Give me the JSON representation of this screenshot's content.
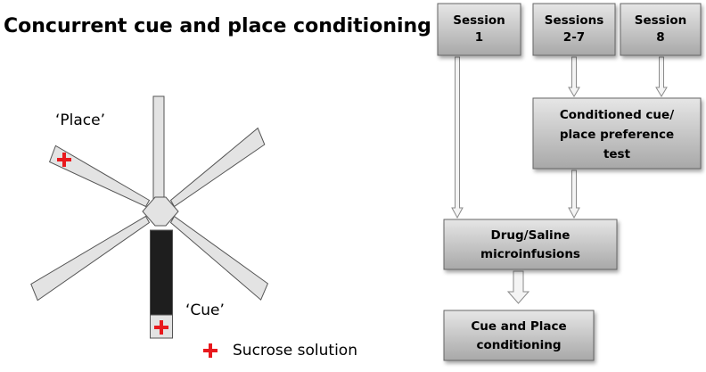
{
  "maze": {
    "title": "Concurrent cue and place conditioning",
    "place_label": "‘Place’",
    "cue_label": "‘Cue’",
    "legend_label": "Sucrose solution",
    "colors": {
      "arm_fill": "#e3e3e3",
      "cue_arm_fill": "#1e1e1e",
      "sucrose_marker": "#e8191d"
    }
  },
  "flowchart": {
    "session1": [
      "Session",
      "1"
    ],
    "sessions2_7": [
      "Sessions",
      "2-7"
    ],
    "session8": [
      "Session",
      "8"
    ],
    "preference_test": [
      "Conditioned cue/",
      "place preference",
      "test"
    ],
    "microinfusions": [
      "Drug/Saline",
      "microinfusions"
    ],
    "conditioning": [
      "Cue and Place",
      "conditioning"
    ],
    "colors": {
      "box_light": "#e6e6e6",
      "box_dark": "#a8a8a8",
      "arrow_fill": "#f4f4f4",
      "arrow_stroke": "#8a8a8a"
    }
  }
}
